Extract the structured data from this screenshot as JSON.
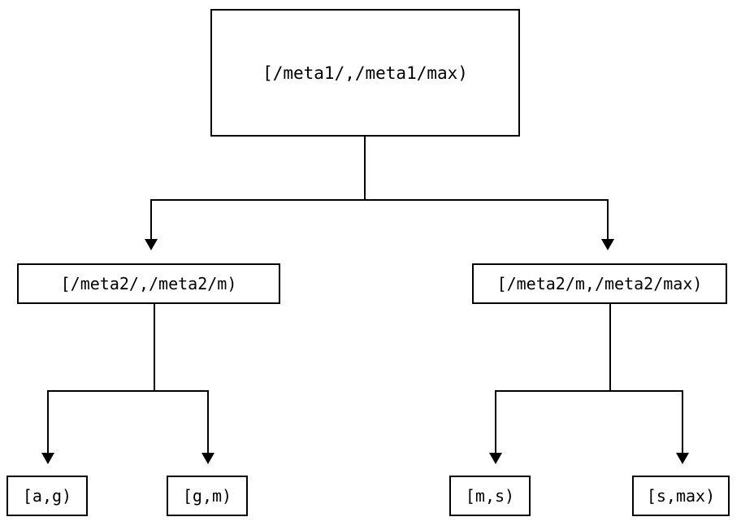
{
  "diagram": {
    "type": "tree",
    "title": "",
    "orientation": "top-down",
    "background_color": "#ffffff",
    "line_color": "#000000",
    "text_color": "#000000",
    "nodes": {
      "root": {
        "label": "[/meta1/,/meta1/max)"
      },
      "mid_left": {
        "label": "[/meta2/,/meta2/m)"
      },
      "mid_right": {
        "label": "[/meta2/m,/meta2/max)"
      },
      "leaves": [
        {
          "label": "[a,g)"
        },
        {
          "label": "[g,m)"
        },
        {
          "label": "[m,s)"
        },
        {
          "label": "[s,max)"
        }
      ]
    },
    "edges": [
      {
        "from": "root",
        "to": "mid_left",
        "style": "orthogonal",
        "arrow": "filled-triangle"
      },
      {
        "from": "root",
        "to": "mid_right",
        "style": "orthogonal",
        "arrow": "filled-triangle"
      },
      {
        "from": "mid_left",
        "to": "leaf_0",
        "style": "orthogonal",
        "arrow": "filled-triangle"
      },
      {
        "from": "mid_left",
        "to": "leaf_1",
        "style": "orthogonal",
        "arrow": "filled-triangle"
      },
      {
        "from": "mid_right",
        "to": "leaf_2",
        "style": "orthogonal",
        "arrow": "filled-triangle"
      },
      {
        "from": "mid_right",
        "to": "leaf_3",
        "style": "orthogonal",
        "arrow": "filled-triangle"
      }
    ]
  }
}
